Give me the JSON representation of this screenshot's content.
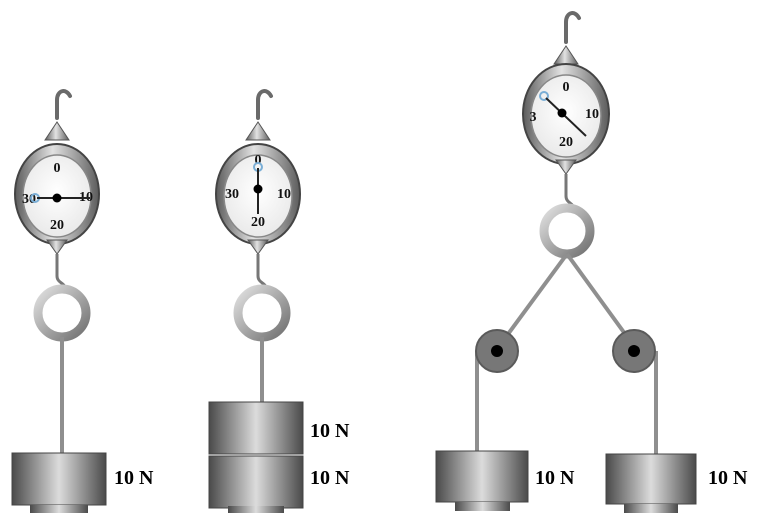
{
  "colors": {
    "background": "#ffffff",
    "metal_dark": "#5a5a5a",
    "metal_light": "#d4d4d4",
    "rope": "#8f8f8f",
    "pulley": "#777777",
    "text": "#000000"
  },
  "scales": [
    {
      "name": "scale-left",
      "dial": {
        "top": "0",
        "right": "10",
        "bottom": "20",
        "left": "30"
      },
      "pointer_reading": 10
    },
    {
      "name": "scale-middle",
      "dial": {
        "top": "0",
        "right": "10",
        "bottom": "20",
        "left": "30"
      },
      "pointer_reading": 20
    },
    {
      "name": "scale-right",
      "dial": {
        "top": "0",
        "right": "10",
        "bottom": "20",
        "left": "3"
      },
      "pointer_reading": 13
    }
  ],
  "weights": [
    {
      "name": "weight-left",
      "label": "10 N"
    },
    {
      "name": "weight-middle-top",
      "label": "10 N"
    },
    {
      "name": "weight-middle-bottom",
      "label": "10 N"
    },
    {
      "name": "weight-right-1",
      "label": "10 N"
    },
    {
      "name": "weight-right-2",
      "label": "10 N"
    }
  ]
}
